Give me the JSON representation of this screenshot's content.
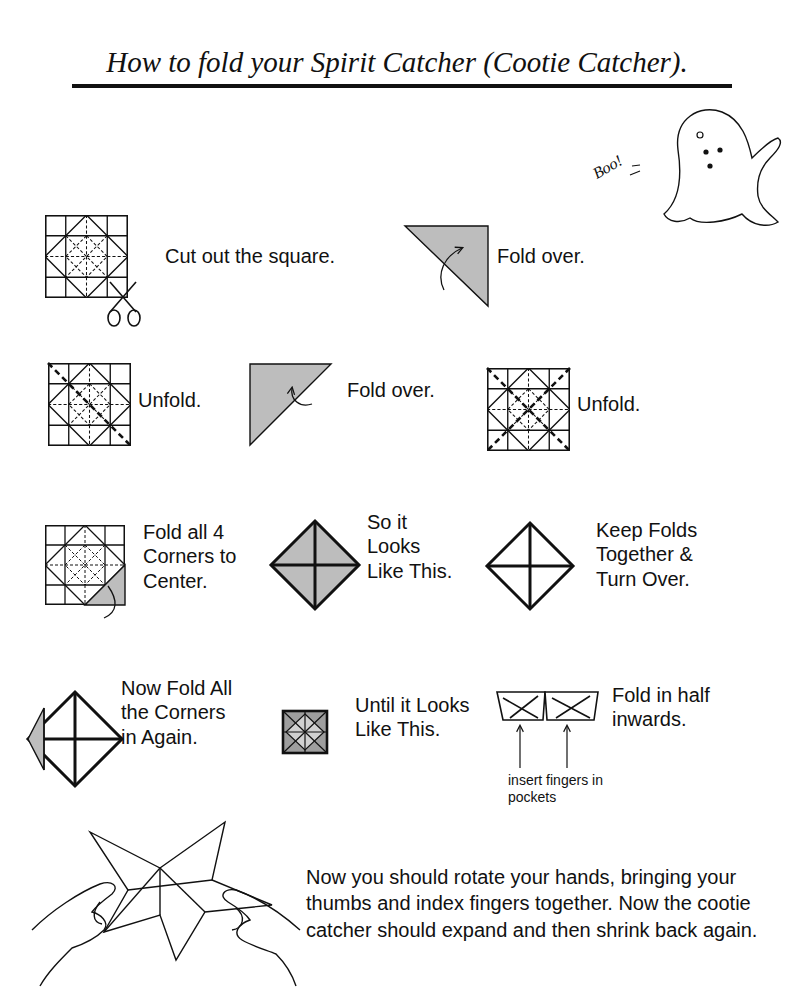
{
  "diagram": {
    "title": "How to fold your Spirit Catcher (Cootie Catcher).",
    "labels": [
      "Boo!",
      "Cut out the square.",
      "Fold over.",
      "Unfold.",
      "Fold over.",
      "Unfold.",
      "Fold all 4 Corners to Center.",
      "So it Looks Like This.",
      "Keep Folds Together & Turn Over.",
      "Now Fold All the Corners in Again.",
      "Until it Looks Like This.",
      "Fold in half inwards.",
      "insert fingers in pockets",
      "Now you should rotate your hands, bringing your thumbs and index fingers together. Now the cootie catcher should expand and then shrink back again."
    ]
  }
}
